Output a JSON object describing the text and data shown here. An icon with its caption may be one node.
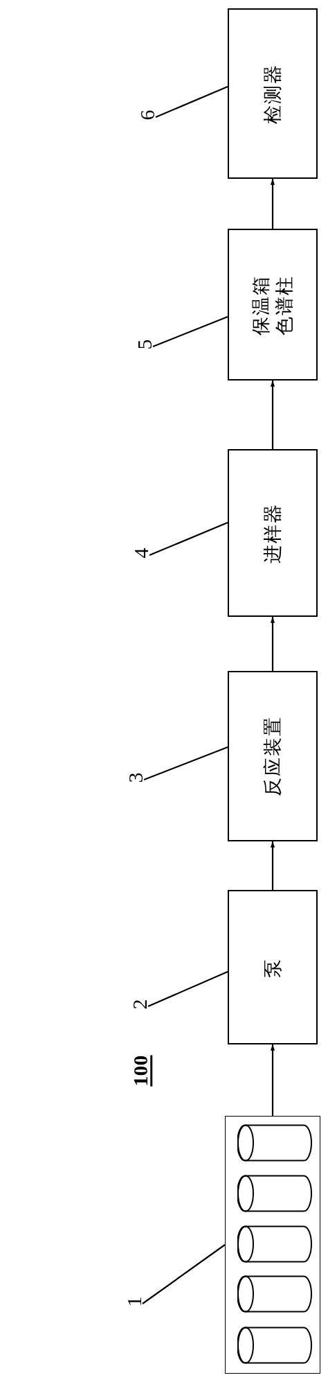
{
  "diagram": {
    "nodes": [
      {
        "text": [],
        "shape": "box"
      },
      {
        "text": [],
        "shape": "cylinder",
        "in": 0
      },
      {
        "text": [],
        "shape": "cylinder",
        "in": 0
      },
      {
        "text": [],
        "shape": "cylinder",
        "in": 0
      },
      {
        "text": [],
        "shape": "cylinder",
        "in": 0
      },
      {
        "text": [],
        "shape": "cylinder",
        "in": 0
      },
      {
        "text": [
          "泵"
        ]
      },
      {
        "text": [
          "反应装置"
        ]
      },
      {
        "text": [
          "进样器"
        ]
      },
      {
        "text": [
          "保温箱色谱柱"
        ]
      },
      {
        "text": [
          "检测器"
        ]
      },
      {
        "text": [
          "1"
        ]
      },
      {
        "text": [
          "2"
        ]
      },
      {
        "text": [
          "3"
        ]
      },
      {
        "text": [
          "4"
        ]
      },
      {
        "text": [
          "5"
        ]
      },
      {
        "text": [
          "6"
        ]
      }
    ],
    "edges": [
      {
        "from": 0,
        "to": 6,
        "arrow": "to"
      },
      {
        "from": 6,
        "to": 7,
        "arrow": "to"
      },
      {
        "from": 7,
        "to": 8,
        "arrow": "to"
      },
      {
        "from": 8,
        "to": 9,
        "arrow": "to"
      },
      {
        "from": 9,
        "to": 10,
        "arrow": "to"
      },
      {
        "from": 11,
        "to": 0,
        "arrow": "none"
      },
      {
        "from": 12,
        "to": 6,
        "arrow": "none"
      },
      {
        "from": 13,
        "to": 7,
        "arrow": "none"
      },
      {
        "from": 14,
        "to": 8,
        "arrow": "none"
      },
      {
        "from": 15,
        "to": 9,
        "arrow": "none"
      },
      {
        "from": 16,
        "to": 10,
        "arrow": "none"
      }
    ],
    "labels": [
      "100"
    ]
  }
}
